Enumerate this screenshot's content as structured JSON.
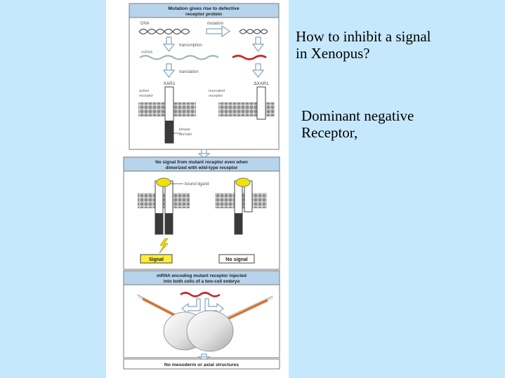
{
  "slide": {
    "question_lines": [
      "How to inhibit a signal",
      "in Xenopus?"
    ],
    "answer_lines": [
      "Dominant negative",
      "Receptor,"
    ]
  },
  "figure": {
    "panel_a": {
      "header_lines": [
        "Mutation gives rise to defective",
        "receptor protein"
      ],
      "dna": "DNA",
      "mutation": "mutation",
      "transcription": "transcription",
      "mrna": "mRNA",
      "translation": "translation",
      "xar1": "XAR1",
      "dxar1": "ΔXAR1",
      "active_receptor_lines": [
        "active",
        "receptor"
      ],
      "truncated_receptor_lines": [
        "truncated",
        "receptor"
      ],
      "kinase_domain_lines": [
        "kinase",
        "domain"
      ]
    },
    "panel_b": {
      "header_lines": [
        "No signal from mutant receptor even when",
        "dimerized with wild-type receptor"
      ],
      "bound_ligand": "bound ligand",
      "signal": "Signal",
      "no_signal": "No signal"
    },
    "panel_c": {
      "header_lines": [
        "mRNA encoding mutant receptor injected",
        "into both cells of a two-cell embryo"
      ],
      "footer": "No mesoderm or axial structures"
    }
  },
  "colors": {
    "background": "#c6e8fc",
    "panel_header": "#b8d4ec",
    "wild_mrna": "#9ab8b0",
    "mutant_mrna": "#cc2222",
    "ligand": "#f2e200",
    "signal_box": "#ffee33",
    "needle": "#e46a1c"
  }
}
